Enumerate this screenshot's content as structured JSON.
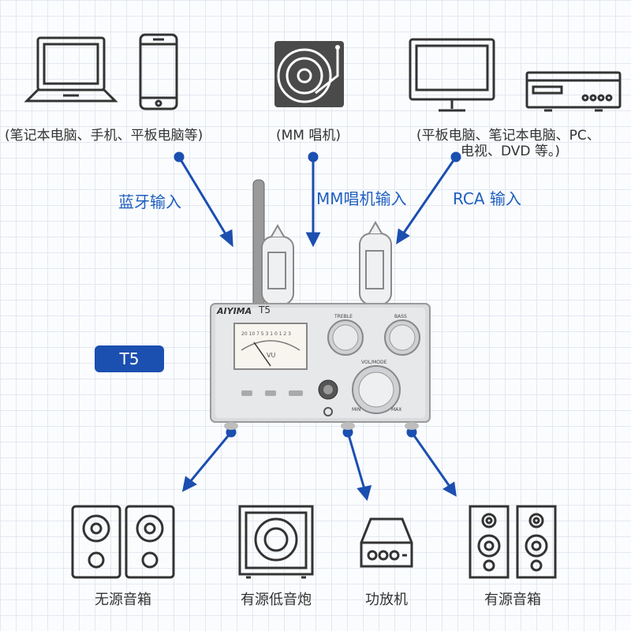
{
  "sources": {
    "laptop_phone_label": "(笔记本电脑、手机、平板电脑等)",
    "turntable_label": "(MM 唱机)",
    "pc_dvd_label_line1": "(平板电脑、笔记本电脑、PC、",
    "pc_dvd_label_line2": "电视、DVD 等。)"
  },
  "inputs": {
    "bluetooth": "蓝牙输入",
    "mm_phono": "MM唱机输入",
    "rca": "RCA 输入"
  },
  "device": {
    "model_badge": "T5",
    "brand": "AIYIMA",
    "model": "T5",
    "meter_label": "VU",
    "meter_scale": "20 10 7 5 3 1 0 1 2 3",
    "knob_treble": "TREBLE",
    "knob_bass": "BASS",
    "knob_volume": "VOL/MODE",
    "knob_min": "MIN",
    "knob_max": "MAX"
  },
  "outputs": {
    "passive_speakers": "无源音箱",
    "active_subwoofer": "有源低音炮",
    "power_amplifier": "功放机",
    "active_speakers": "有源音箱"
  },
  "colors": {
    "accent": "#1b4fb0",
    "label_blue": "#1f5fbf",
    "arrow": "#1b4fb0",
    "icon_dark": "#333333"
  }
}
